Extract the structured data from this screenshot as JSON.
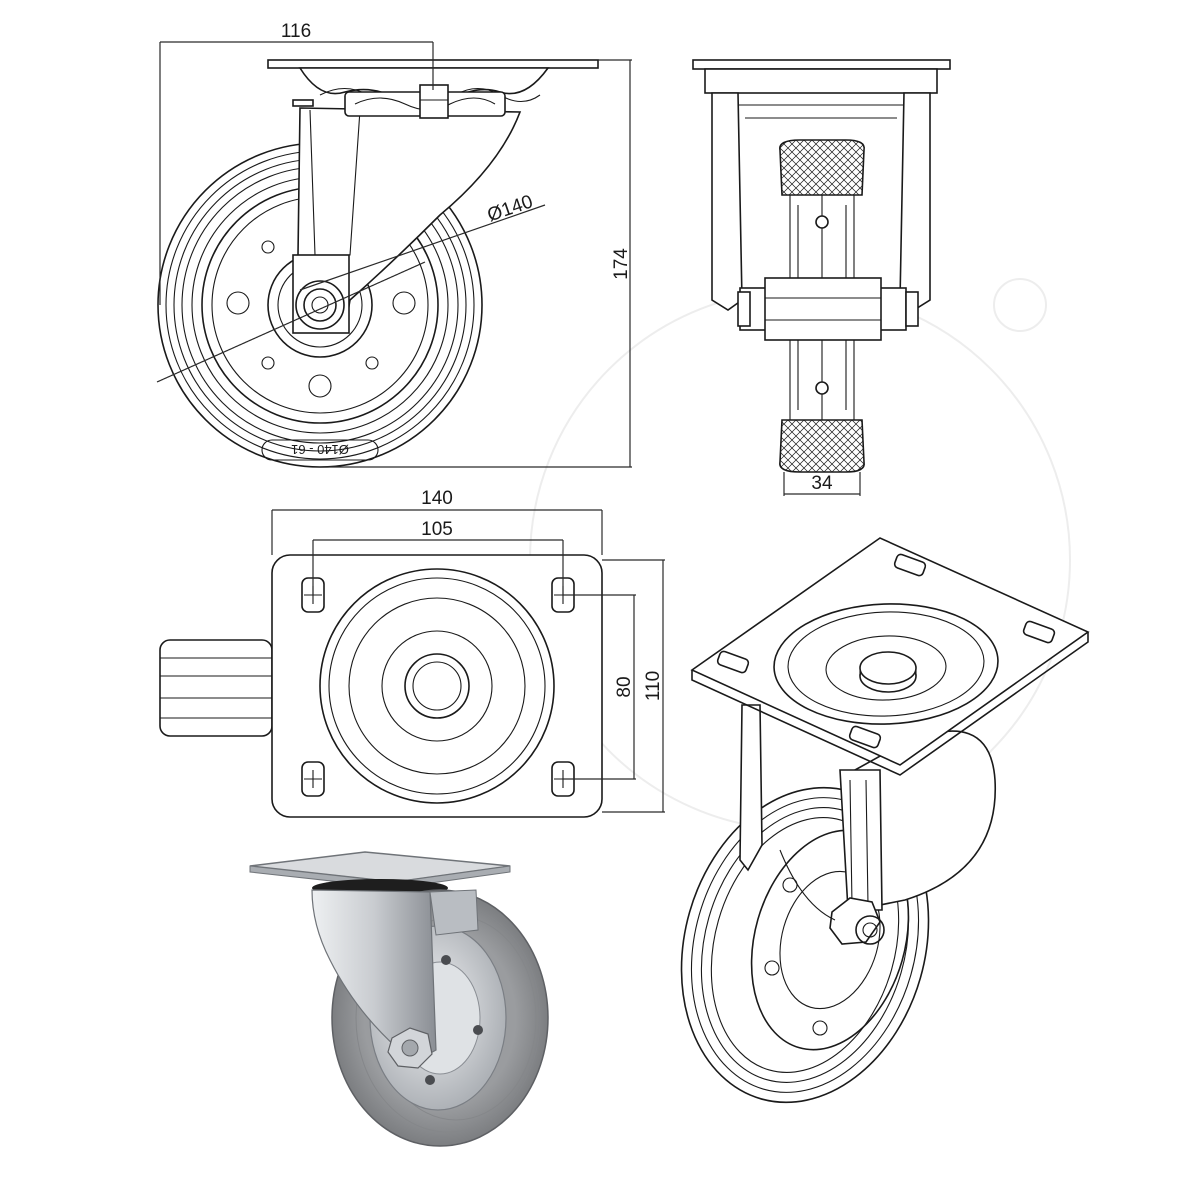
{
  "figure": {
    "colors": {
      "line": "#1a1a1a",
      "tyre_grey": "#8d8f92",
      "steel": "#c9ccd0",
      "steel_dark": "#8a8e94",
      "watermark": "#ededed"
    }
  },
  "side_view": {
    "width_label": "116",
    "diameter_label": "Ø140",
    "height_label": "174",
    "tyre_marking": "Ø140 - 61"
  },
  "front_view": {
    "tread_width_label": "34"
  },
  "top_view": {
    "plate_width_label": "140",
    "hole_spacing_x_label": "105",
    "hole_spacing_y_label": "80",
    "plate_height_label": "110"
  },
  "iso_view": {},
  "photo": {}
}
